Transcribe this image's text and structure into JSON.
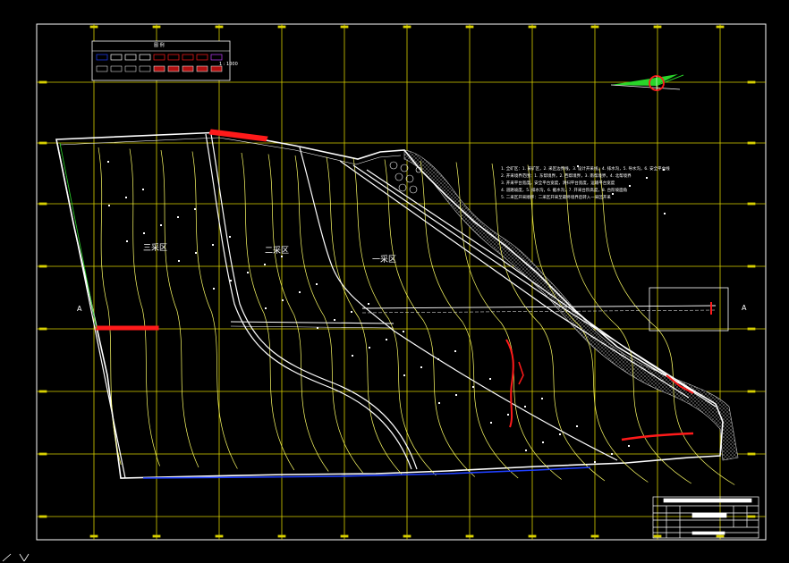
{
  "zones": {
    "zone3": "三采区",
    "zone2": "二采区",
    "zone1": "一采区"
  },
  "section_marks": {
    "left": "A",
    "right": "A"
  },
  "legend": {
    "title": "图 例",
    "scale_caption": "1 : 1000"
  },
  "notes": {
    "line1": "1. 全矿区：1. 采矿区，2. 采区边界线，3. 设计开采线，4. 排水沟，5. 导水沟，6. 安全平台线",
    "line2": "2. 开采境界范围：1. 东帮境界，2. 西帮境界，3. 南帮境界，4. 北帮境界",
    "line3": "3. 开采平台宽度，安全平台宽度，清扫平台宽度，运输平台宽度",
    "line4": "4. 道路坡度，5. 排水沟，6. 截水沟，7. 开采台阶高度，8. 台阶坡面角",
    "line5": "5. 二采区开采顺序：二采区开采至最终境界后转入一采区开采"
  },
  "colors": {
    "grid": "#d8d000",
    "contour": "#ffff66",
    "boundary": "#ffffff",
    "red_marks": "#ff1a1a",
    "scree": "#9a9a9a",
    "water": "#1f3fff",
    "north_arrow": "#29d629"
  }
}
